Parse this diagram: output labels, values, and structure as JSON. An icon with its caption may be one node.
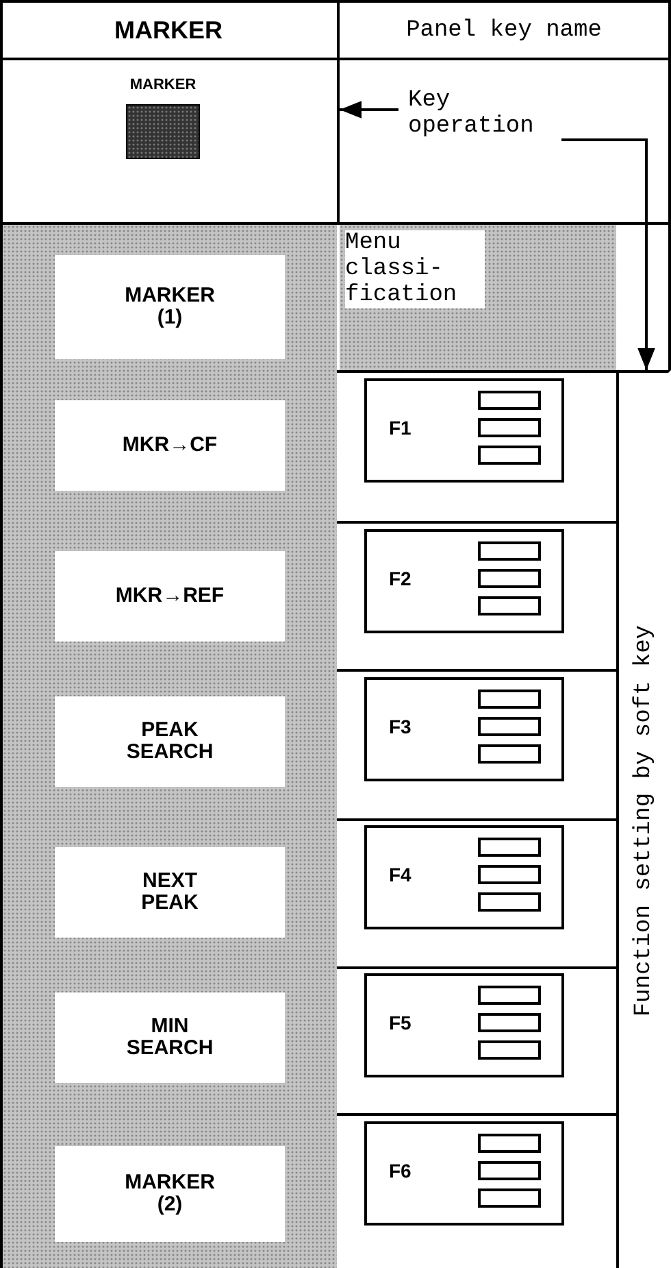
{
  "diagram": {
    "nodes": [
      {
        "text": [
          "MARKER"
        ]
      },
      {
        "text": [
          "Key operation"
        ]
      },
      {
        "text": [],
        "shape": "box"
      },
      {
        "text": [
          "Menu classi- fication"
        ]
      },
      {
        "text": [
          "MARKER (1)"
        ],
        "in": 2
      },
      {
        "text": [
          "MKR→CF"
        ],
        "in": 2
      },
      {
        "text": [
          "MKR→REF"
        ],
        "in": 2
      },
      {
        "text": [
          "PEAK SEARCH"
        ],
        "in": 2
      },
      {
        "text": [
          "NEXT PEAK"
        ],
        "in": 2
      },
      {
        "text": [
          "MIN SEARCH"
        ],
        "in": 2
      },
      {
        "text": [
          "MARKER (2)"
        ],
        "in": 2
      },
      {
        "text": [
          "F1"
        ]
      },
      {
        "text": [
          "F2"
        ]
      },
      {
        "text": [
          "F3"
        ]
      },
      {
        "text": [
          "F4"
        ]
      },
      {
        "text": [
          "F5"
        ]
      },
      {
        "text": [
          "F6"
        ]
      },
      {
        "text": [
          "Function setting by soft key"
        ]
      }
    ],
    "edges": [
      {
        "from": 1,
        "to": 0,
        "arrow": "to"
      },
      {
        "from": 1,
        "to": 17,
        "arrow": "to"
      }
    ],
    "labels": [
      "MARKER",
      "Panel key name"
    ]
  }
}
